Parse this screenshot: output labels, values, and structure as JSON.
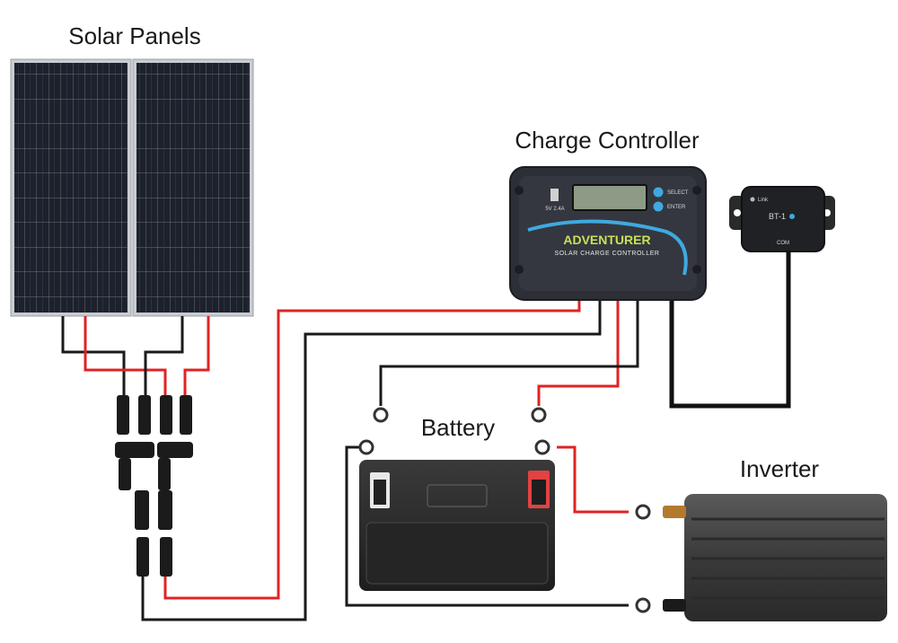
{
  "labels": {
    "solar_panels": "Solar Panels",
    "charge_controller": "Charge Controller",
    "battery": "Battery",
    "inverter": "Inverter"
  },
  "controller": {
    "usb_text": "5V 2.4A",
    "select": "SELECT",
    "enter": "ENTER",
    "brand": "ADVENTURER",
    "subtitle": "SOLAR CHARGE CONTROLLER"
  },
  "bt_module": {
    "model": "BT-1",
    "link": "Link",
    "port": "COM"
  },
  "colors": {
    "positive_wire": "#e02323",
    "negative_wire": "#1a1a1a",
    "panel": "#1f2430",
    "frame": "#c9ccd1",
    "controller_body": "#2c2f36",
    "accent": "#3fa9e0"
  }
}
